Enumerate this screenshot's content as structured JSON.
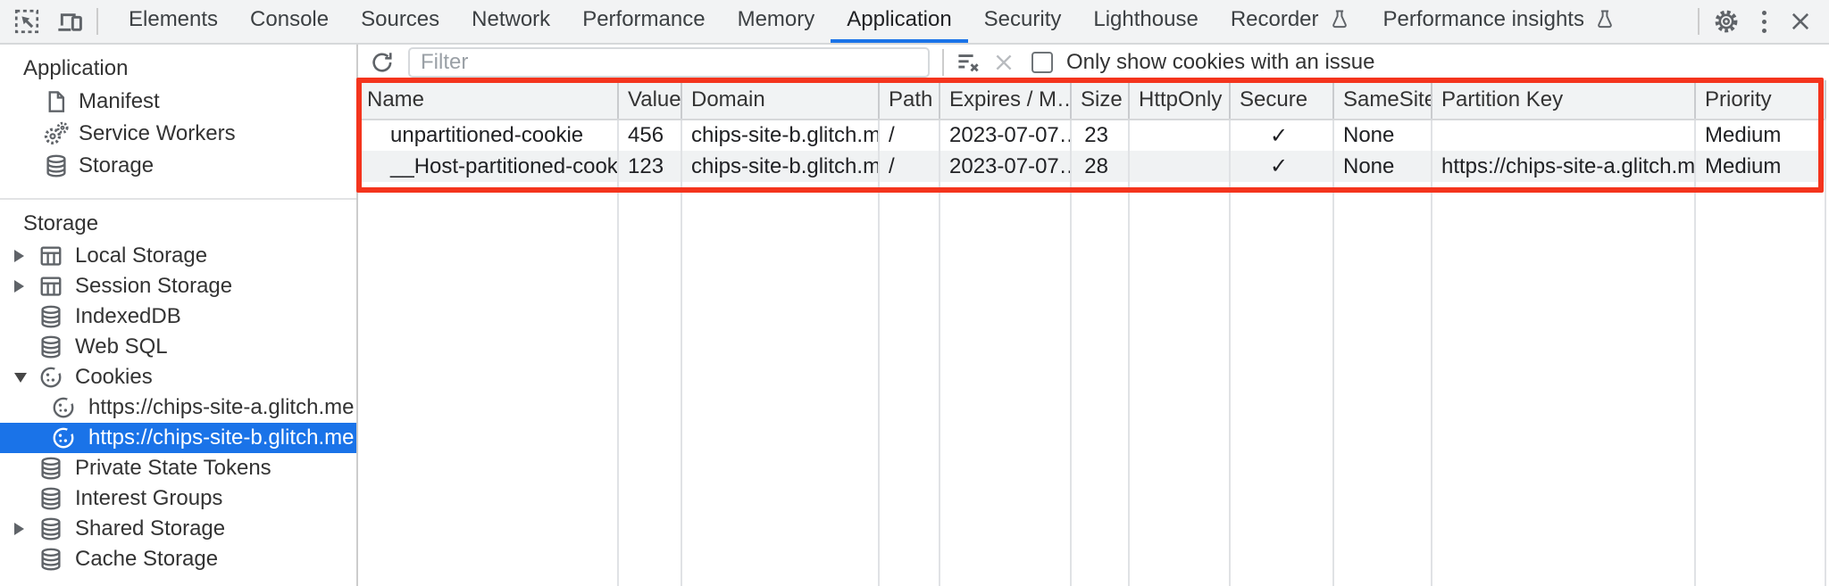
{
  "tabbar": {
    "tabs": [
      {
        "label": "Elements"
      },
      {
        "label": "Console"
      },
      {
        "label": "Sources"
      },
      {
        "label": "Network"
      },
      {
        "label": "Performance"
      },
      {
        "label": "Memory"
      },
      {
        "label": "Application",
        "active": true
      },
      {
        "label": "Security"
      },
      {
        "label": "Lighthouse"
      },
      {
        "label": "Recorder",
        "experimental": true
      },
      {
        "label": "Performance insights",
        "experimental": true
      }
    ],
    "left_icons": [
      "inspect-icon",
      "device-toolbar-icon"
    ],
    "right_icons": [
      "settings-gear-icon",
      "more-options-icon",
      "close-icon"
    ]
  },
  "sidebar": {
    "sections": [
      {
        "title": "Application",
        "items": [
          {
            "label": "Manifest",
            "icon": "manifest-file-icon"
          },
          {
            "label": "Service Workers",
            "icon": "service-workers-gears-icon"
          },
          {
            "label": "Storage",
            "icon": "database-icon"
          }
        ]
      },
      {
        "title": "Storage",
        "items": [
          {
            "label": "Local Storage",
            "icon": "table-icon",
            "arrow": "collapsed"
          },
          {
            "label": "Session Storage",
            "icon": "table-icon",
            "arrow": "collapsed"
          },
          {
            "label": "IndexedDB",
            "icon": "database-icon"
          },
          {
            "label": "Web SQL",
            "icon": "database-icon"
          },
          {
            "label": "Cookies",
            "icon": "cookie-icon",
            "arrow": "expanded",
            "children": [
              {
                "label": "https://chips-site-a.glitch.me",
                "icon": "cookie-icon",
                "selected": false
              },
              {
                "label": "https://chips-site-b.glitch.me",
                "icon": "cookie-icon",
                "selected": true
              }
            ]
          },
          {
            "label": "Private State Tokens",
            "icon": "database-icon"
          },
          {
            "label": "Interest Groups",
            "icon": "database-icon"
          },
          {
            "label": "Shared Storage",
            "icon": "database-icon",
            "arrow": "collapsed"
          },
          {
            "label": "Cache Storage",
            "icon": "database-icon"
          }
        ]
      }
    ]
  },
  "toolbar": {
    "icons": [
      "refresh-icon",
      "clear-filter-icon",
      "delete-icon"
    ],
    "filter_placeholder": "Filter",
    "filter_value": "",
    "checkbox_label": "Only show cookies with an issue",
    "checkbox_checked": false
  },
  "cookie_table": {
    "columns": [
      "Name",
      "Value",
      "Domain",
      "Path",
      "Expires / M…",
      "Size",
      "HttpOnly",
      "Secure",
      "SameSite",
      "Partition Key",
      "Priority"
    ],
    "rows": [
      [
        "unpartitioned-cookie",
        "456",
        "chips-site-b.glitch.me",
        "/",
        "2023-07-07…",
        "23",
        "",
        "✓",
        "None",
        "",
        "Medium"
      ],
      [
        "__Host-partitioned-cookie",
        "123",
        "chips-site-b.glitch.me",
        "/",
        "2023-07-07…",
        "28",
        "",
        "✓",
        "None",
        "https://chips-site-a.glitch.me",
        "Medium"
      ]
    ]
  },
  "colors": {
    "accent_blue": "#1a73e8",
    "selection_bg": "#1a73e8",
    "annotation_red": "#f4341d",
    "tabbar_bg": "#f2f3f4",
    "header_bg": "#f1f3f4",
    "stripe_bg": "#f0f2f3"
  }
}
